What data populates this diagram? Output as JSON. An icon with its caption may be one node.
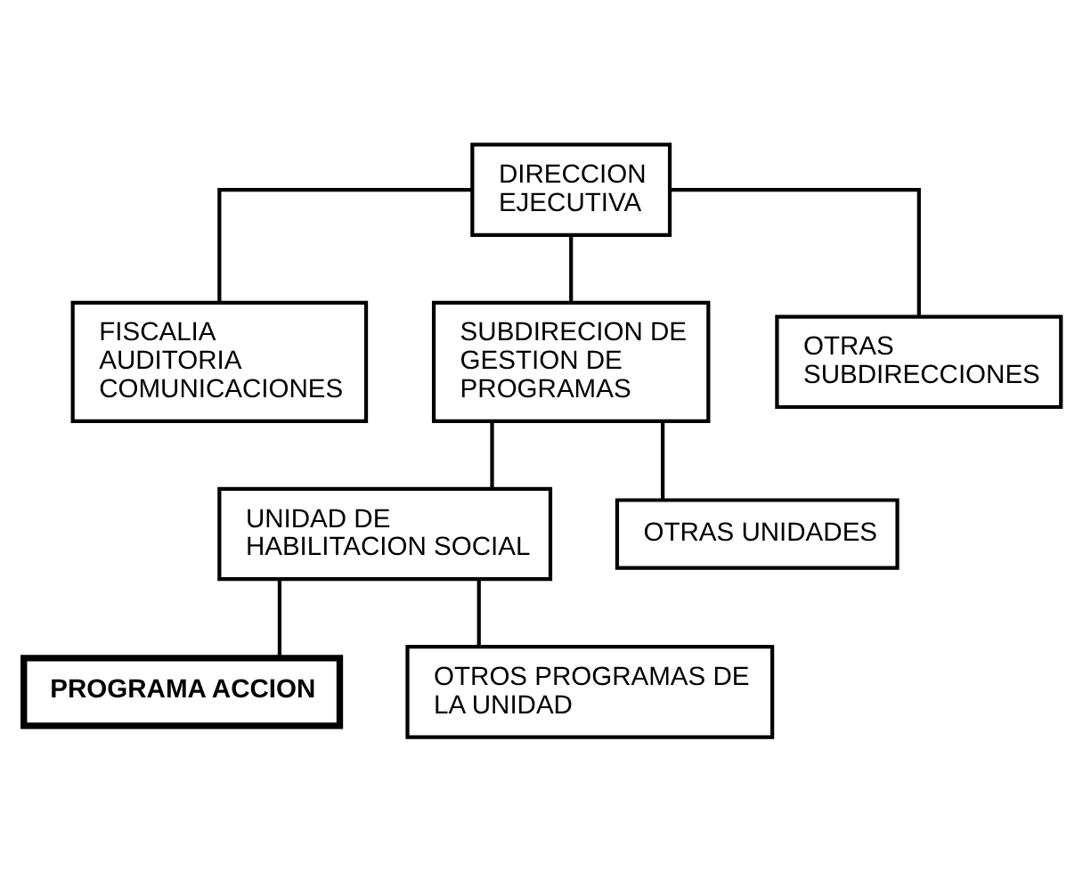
{
  "diagram": {
    "nodes": [
      {
        "text": [
          "DIRECCION EJECUTIVA"
        ]
      },
      {
        "text": [
          "FISCALIA",
          "AUDITORIA",
          "COMUNICACIONES"
        ]
      },
      {
        "text": [
          "SUBDIRECION DE GESTION DE PROGRAMAS"
        ]
      },
      {
        "text": [
          "OTRAS SUBDIRECCIONES"
        ]
      },
      {
        "text": [
          "UNIDAD DE HABILITACION SOCIAL"
        ]
      },
      {
        "text": [
          "OTRAS UNIDADES"
        ]
      },
      {
        "text": [
          "PROGRAMA ACCION"
        ]
      },
      {
        "text": [
          "OTROS PROGRAMAS DE LA UNIDAD"
        ]
      }
    ],
    "edges": [
      {
        "from": 0,
        "to": 1,
        "arrow": "none"
      },
      {
        "from": 0,
        "to": 2,
        "arrow": "none"
      },
      {
        "from": 0,
        "to": 3,
        "arrow": "none"
      },
      {
        "from": 2,
        "to": 4,
        "arrow": "none"
      },
      {
        "from": 2,
        "to": 5,
        "arrow": "none"
      },
      {
        "from": 4,
        "to": 6,
        "arrow": "none"
      },
      {
        "from": 4,
        "to": 7,
        "arrow": "none"
      }
    ]
  }
}
